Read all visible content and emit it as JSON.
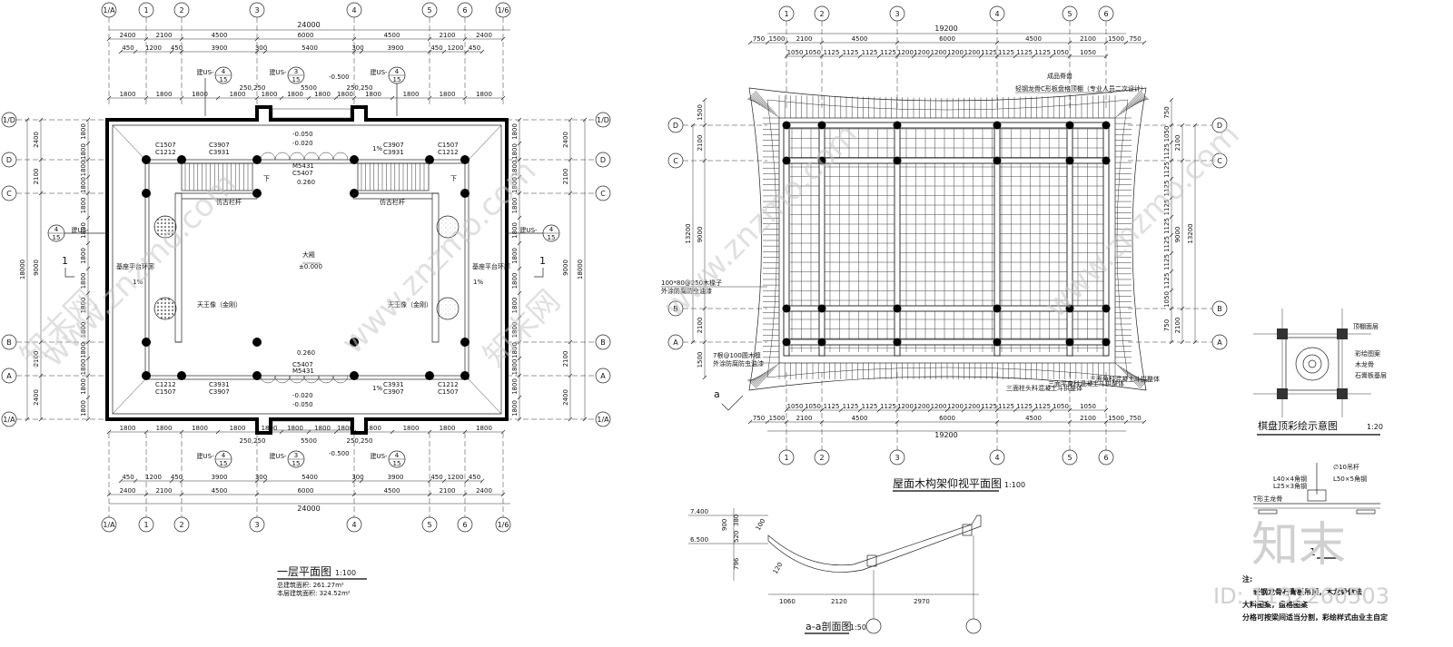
{
  "axes": {
    "cols": [
      "1/A",
      "1",
      "2",
      "3",
      "4",
      "5",
      "6",
      "1/6"
    ],
    "rows": [
      "1/D",
      "D",
      "C",
      "B",
      "A",
      "1/A"
    ],
    "cols_roof": [
      "1",
      "2",
      "3",
      "4",
      "5",
      "6"
    ],
    "rows_roof": [
      "D",
      "C",
      "B",
      "A"
    ]
  },
  "plan1": {
    "title": "一层平面图",
    "scale": "1:100",
    "total_dim": "24000",
    "dims_row1": [
      "2400",
      "2100",
      "4500",
      "6000",
      "4500",
      "2100",
      "2400"
    ],
    "dims_row2": [
      "450",
      "1200",
      "450",
      "3900",
      "300",
      "5400",
      "300",
      "3900",
      "450",
      "1200",
      "450"
    ],
    "dims_row3": [
      "1800",
      "1800",
      "1800",
      "1800",
      "1800",
      "1800",
      "1800",
      "1800",
      "1800",
      "1800",
      "1800",
      "1800"
    ],
    "dims_5500": "5500",
    "dims_250": "250,250",
    "left_dims": [
      "2400",
      "2100",
      "9000",
      "2100",
      "2400"
    ],
    "left_total": "18000",
    "left_inner": [
      "1800",
      "1800",
      "1800",
      "1800",
      "1800",
      "1800",
      "1800",
      "1800",
      "1800",
      "1800"
    ],
    "area_total": "总建筑面积: 261.27m²",
    "area_floor": "本层建筑面积: 324.52m²",
    "labels": {
      "hall": "大殿",
      "elev0": "±0.000",
      "elev_n050": "-0.050",
      "elev_n020": "-0.020",
      "elev_260": "0.260",
      "elev_n500": "-0.500",
      "railing": "仿古栏杆",
      "statue_l": "天王像（金刚）",
      "statue_r": "天王像（金刚）",
      "platform_l": "基座平台环廊",
      "platform_r": "基座平台环廊",
      "slope": "1%",
      "down": "下",
      "door_c1": "C1507",
      "door_c2": "C1212",
      "door_c3": "C3907",
      "door_c4": "C3931",
      "door_m": "M5431",
      "door_c5": "C5407",
      "sec_mark": "1",
      "callout_num": "4",
      "callout_sheet": "15",
      "callout3_num": "3",
      "callout_prefix": "建US-"
    }
  },
  "roof": {
    "title": "屋面木构架仰视平面图",
    "scale": "1:100",
    "total_dim": "19200",
    "dims_row1": [
      "750",
      "1500",
      "2100",
      "4500",
      "6000",
      "4500",
      "2100",
      "1500",
      "750"
    ],
    "dims_row2": [
      "1050",
      "1050",
      "1125",
      "1125",
      "1125",
      "1125",
      "1200",
      "1200",
      "1200",
      "1200",
      "1200",
      "1125",
      "1125",
      "1125",
      "1125",
      "1050",
      "1050"
    ],
    "left_dims": [
      "1500",
      "2100",
      "9000",
      "2100",
      "1500"
    ],
    "left_total": "13200",
    "right_dims": [
      "750",
      "1050",
      "1125",
      "1125",
      "1125",
      "1125",
      "1125",
      "1125",
      "1125",
      "1125",
      "1050",
      "750"
    ],
    "notes": {
      "n1": "成品脊兽",
      "n2": "轻钢龙骨C形板盘格顶棚（专业人员二次设计）",
      "n3": "100*80@250木椽子",
      "n4": "外涂防腐防虫油漆",
      "n5": "7根@100圆木檩",
      "n6": "外涂防腐防虫油漆",
      "n7": "三面柱头科混凝土斗拱整体",
      "n8": "三面平身科混凝土斗拱整体",
      "n9": "三面角科混凝土斗拱整体",
      "sec": "a"
    }
  },
  "section": {
    "title": "a-a剖面图",
    "scale": "1:50",
    "elev_top": "7.400",
    "elev_bot": "6.500",
    "dims_v": [
      "900",
      "380",
      "520",
      "796"
    ],
    "dims_h": [
      "1060",
      "2120",
      "2970"
    ],
    "d1": "100",
    "d2": "120"
  },
  "detail": {
    "title": "棋盘顶彩绘示意图",
    "scale": "1:20",
    "notes": [
      "顶棚面层",
      "彩绘图案",
      "木龙骨",
      "石膏板基层"
    ],
    "detail2": [
      "∅10吊杆",
      "L50×5角钢",
      "L40×4角钢",
      "L25×3角钢",
      "T形主龙骨"
    ],
    "footer_label": "注:",
    "footer1": "轻钢龙骨石膏板吊顶，木龙骨做法",
    "footer2": "大料图案，盘格图案",
    "footer3": "分格可按梁间适当分割，彩绘样式由业主自定"
  },
  "watermark": {
    "site": "www.znzmo.com",
    "logo": "知末",
    "id": "ID: 1132260503",
    "brand": "知末网"
  }
}
